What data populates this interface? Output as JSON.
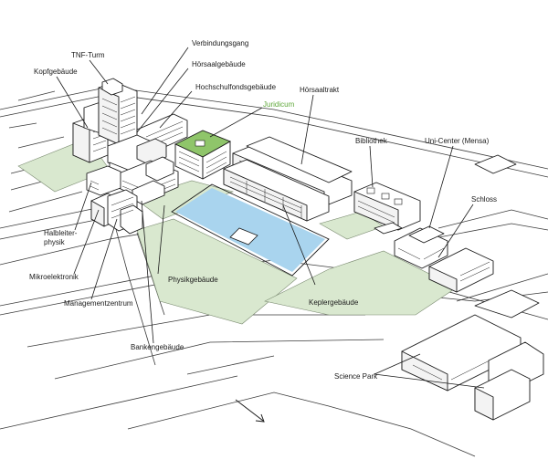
{
  "colors": {
    "lawn": "#d9e8cf",
    "lawn_stroke": "#7a8a70",
    "pond": "#a9d4ee",
    "pond_stroke": "#1a1a1a",
    "highlight": "#8fc56a",
    "highlight_text": "#5fa83a",
    "lines": "#1a1a1a"
  },
  "labels": {
    "tnf_turm": "TNF-Turm",
    "kopfgebaeude": "Kopfgebäude",
    "verbindungsgang": "Verbindungsgang",
    "hoersaalgebaeude": "Hörsaalgebäude",
    "hochschulfondsgebaeude": "Hochschulfondsgebäude",
    "hoersaaltrakt": "Hörsaaltrakt",
    "juridicum": "Juridicum",
    "bibliothek": "Bibliothek",
    "uni_center": "Uni-Center (Mensa)",
    "schloss": "Schloss",
    "halbleiterphysik_1": "Halbleiter-",
    "halbleiterphysik_2": "physik",
    "mikroelektronik": "Mikroelektronik",
    "managementzentrum": "Managementzentrum",
    "physikgebaeude": "Physikgebäude",
    "keplergebaeude": "Keplergebäude",
    "bankengebaeude": "Bankengebäude",
    "science_park": "Science Park"
  },
  "compass": {
    "icon": "north-arrow-icon"
  }
}
